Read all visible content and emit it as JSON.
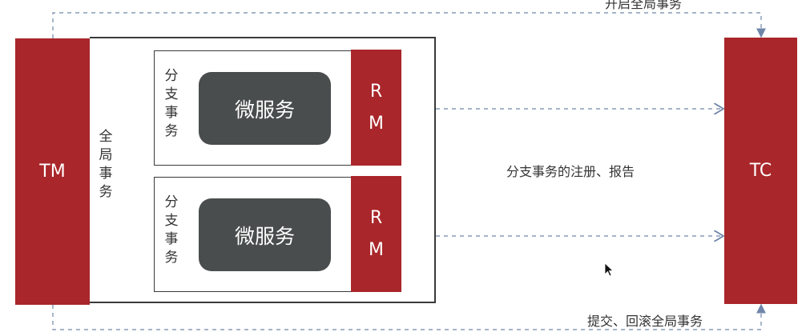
{
  "diagram": {
    "tm_label": "TM",
    "tc_label": "TC",
    "global_transaction_label": "全局事务",
    "branches": [
      {
        "branch_label": "分支事务",
        "service_label": "微服务",
        "rm_line1": "R",
        "rm_line2": "M"
      },
      {
        "branch_label": "分支事务",
        "service_label": "微服务",
        "rm_line1": "R",
        "rm_line2": "M"
      }
    ],
    "edges": {
      "open_global": "开启全局事务",
      "register_report": "分支事务的注册、报告",
      "commit_rollback": "提交、回滚全局事务"
    }
  },
  "colors": {
    "accent_red": "#a9262a",
    "service_dark": "#4a4d4d",
    "connector_blue": "#6f86a9"
  },
  "icons": {
    "cursor": "mouse-pointer-icon"
  }
}
